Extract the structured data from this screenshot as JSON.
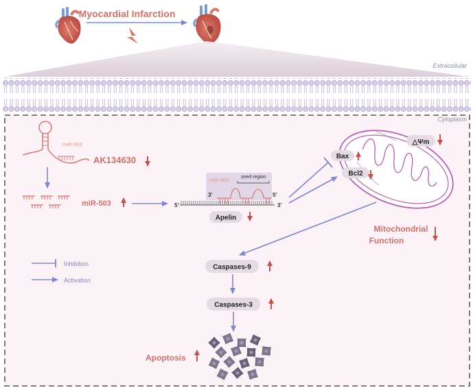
{
  "header": {
    "title": "Myocardial Infarction"
  },
  "membrane": {
    "extracellular_label": "Extracellular",
    "cytoplasm_label": "Cytoplasm"
  },
  "lncrna": {
    "name": "AK134630",
    "hairpin_label": "miR-503"
  },
  "mirna": {
    "label": "miR-503"
  },
  "binding": {
    "mirna_label": "miR-503",
    "seed_label": "seed region",
    "five_prime_left": "5'",
    "three_prime_left": "3'",
    "five_prime_right": "5'",
    "three_prime_right": "3'",
    "target": "Apelin"
  },
  "mito": {
    "bax": "Bax",
    "bcl2": "Bcl2",
    "psi": "△Ψm",
    "function_line1": "Mitochondrial",
    "function_line2": "Function"
  },
  "cascade": {
    "casp9": "Caspases-9",
    "casp3": "Caspases-3",
    "apoptosis": "Apoptosis"
  },
  "legend": {
    "inhibition": "Inhibition",
    "activation": "Activation"
  },
  "colors": {
    "accent": "#c8736c",
    "arrow": "#7b88c9",
    "mito": "#b461b0",
    "pill": "#e4dbe5",
    "panel": "#fcf2f8"
  }
}
